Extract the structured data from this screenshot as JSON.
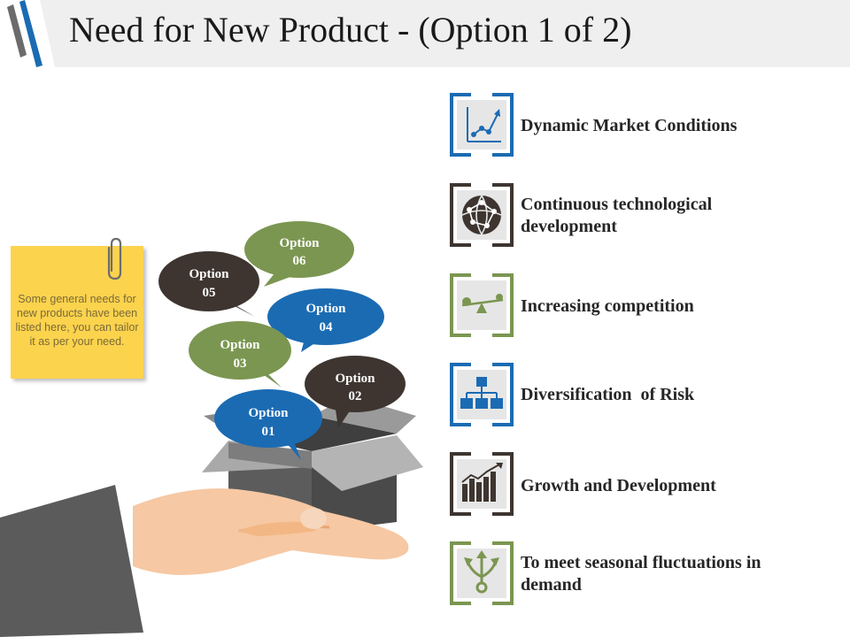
{
  "slide": {
    "title": "Need for New Product - (Option 1 of 2)"
  },
  "note": {
    "text": "Some general needs for new products have been listed here, you can tailor it as per your need."
  },
  "bubbles": [
    {
      "label": "Option 01",
      "color": "#1b6bb3"
    },
    {
      "label": "Option 02",
      "color": "#3e3530"
    },
    {
      "label": "Option 03",
      "color": "#7b9651"
    },
    {
      "label": "Option 04",
      "color": "#1b6bb3"
    },
    {
      "label": "Option 05",
      "color": "#3e3530"
    },
    {
      "label": "Option 06",
      "color": "#7b9651"
    }
  ],
  "needs": [
    {
      "label": "Dynamic Market Conditions",
      "icon": "line-chart-icon",
      "color": "#1b6bb3"
    },
    {
      "label": "Continuous technological development",
      "icon": "globe-network-icon",
      "color": "#3e3530"
    },
    {
      "label": "Increasing competition",
      "icon": "seesaw-balance-icon",
      "color": "#7b9651"
    },
    {
      "label": "Diversification  of Risk",
      "icon": "hierarchy-icon",
      "color": "#1b6bb3"
    },
    {
      "label": "Growth and Development",
      "icon": "bar-growth-icon",
      "color": "#3e3530"
    },
    {
      "label": "To meet seasonal fluctuations in demand",
      "icon": "split-arrows-icon",
      "color": "#7b9651"
    }
  ],
  "colors": {
    "blue": "#1b6bb3",
    "dark": "#3e3530",
    "green": "#7b9651",
    "sticky": "#fcd34d"
  }
}
